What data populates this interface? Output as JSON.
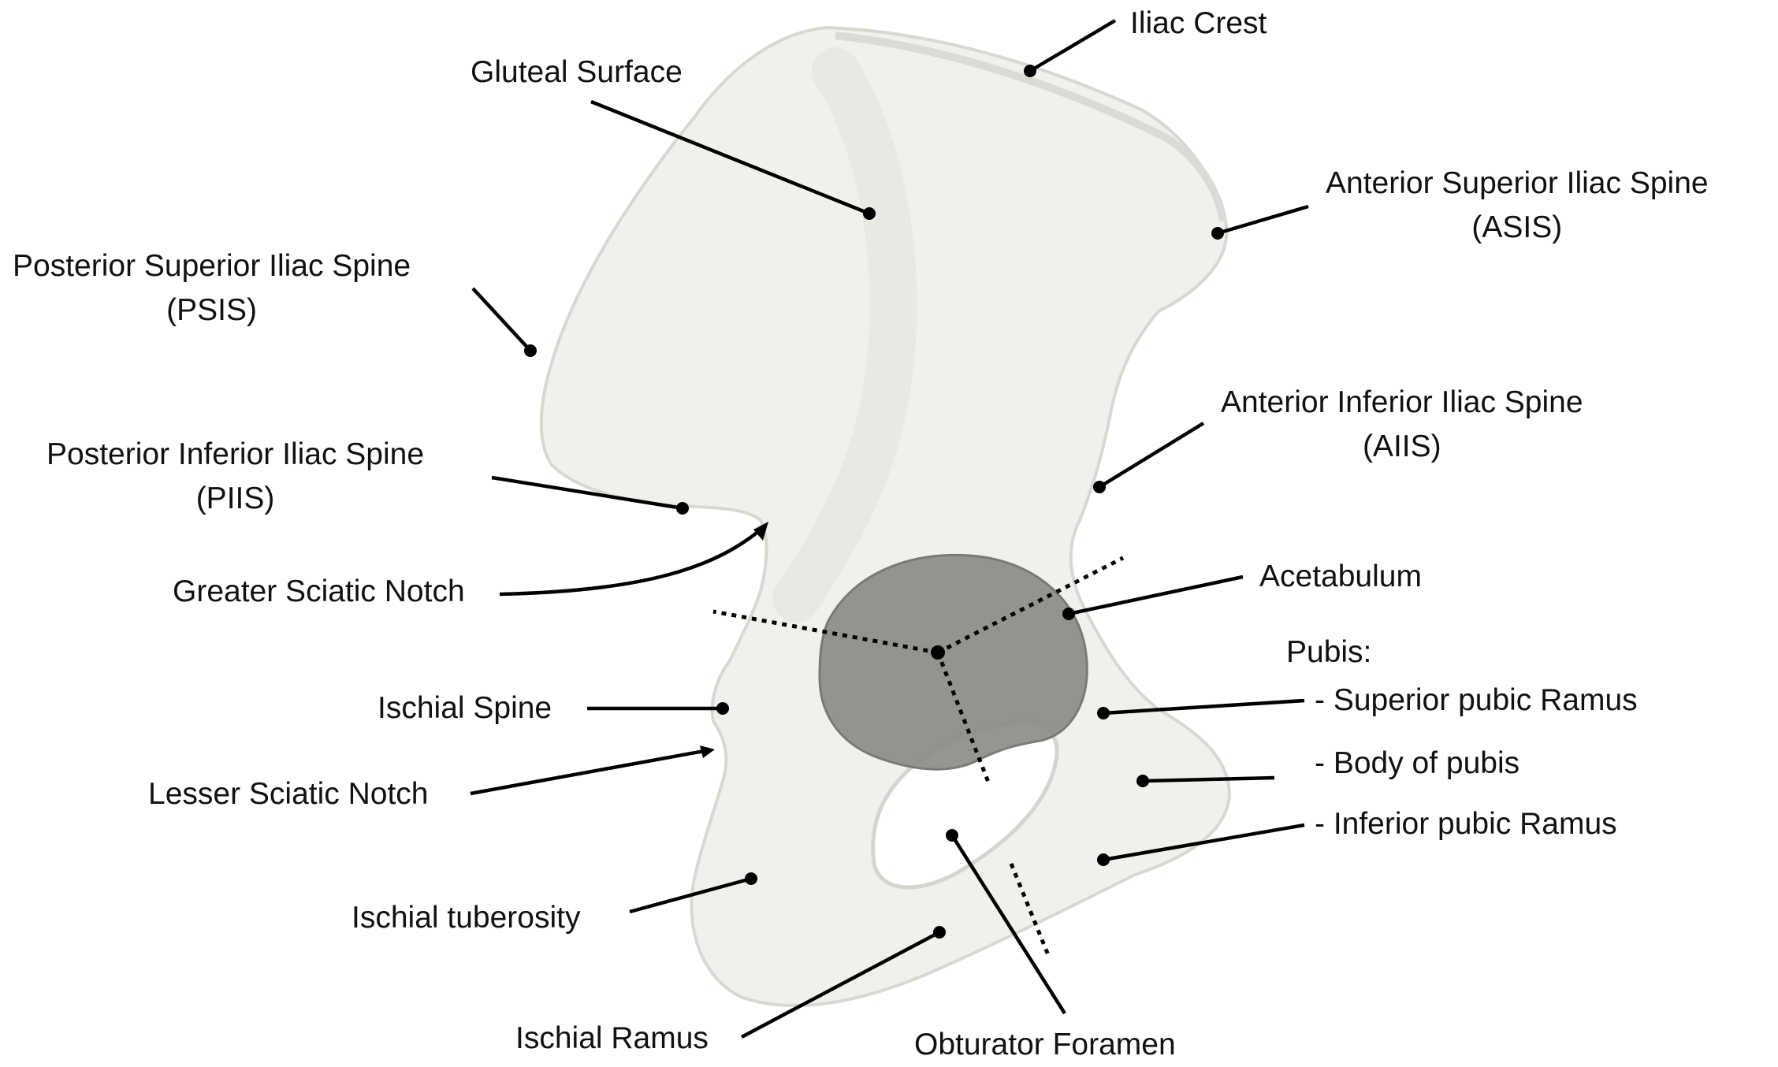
{
  "colors": {
    "bone": "#f1f0ec",
    "bone_shadow": "#d9d7d1",
    "acetabulum": "#8c8a86",
    "leader": "#000000",
    "background": "#ffffff"
  },
  "labels": {
    "iliac_crest": "Iliac Crest",
    "gluteal_surface": "Gluteal Surface",
    "asis_line1": "Anterior Superior Iliac Spine",
    "asis_line2": "(ASIS)",
    "psis_line1": "Posterior Superior Iliac Spine",
    "psis_line2": "(PSIS)",
    "aiis_line1": "Anterior Inferior Iliac Spine",
    "aiis_line2": "(AIIS)",
    "piis_line1": "Posterior Inferior Iliac Spine",
    "piis_line2": "(PIIS)",
    "greater_sciatic_notch": "Greater Sciatic Notch",
    "acetabulum": "Acetabulum",
    "pubis_heading": "Pubis:",
    "superior_pubic_ramus": "- Superior pubic Ramus",
    "body_of_pubis": "- Body of pubis",
    "inferior_pubic_ramus": "- Inferior pubic Ramus",
    "ischial_spine": "Ischial Spine",
    "lesser_sciatic_notch": "Lesser Sciatic Notch",
    "ischial_tuberosity": "Ischial tuberosity",
    "ischial_ramus": "Ischial Ramus",
    "obturator_foramen": "Obturator Foramen"
  }
}
